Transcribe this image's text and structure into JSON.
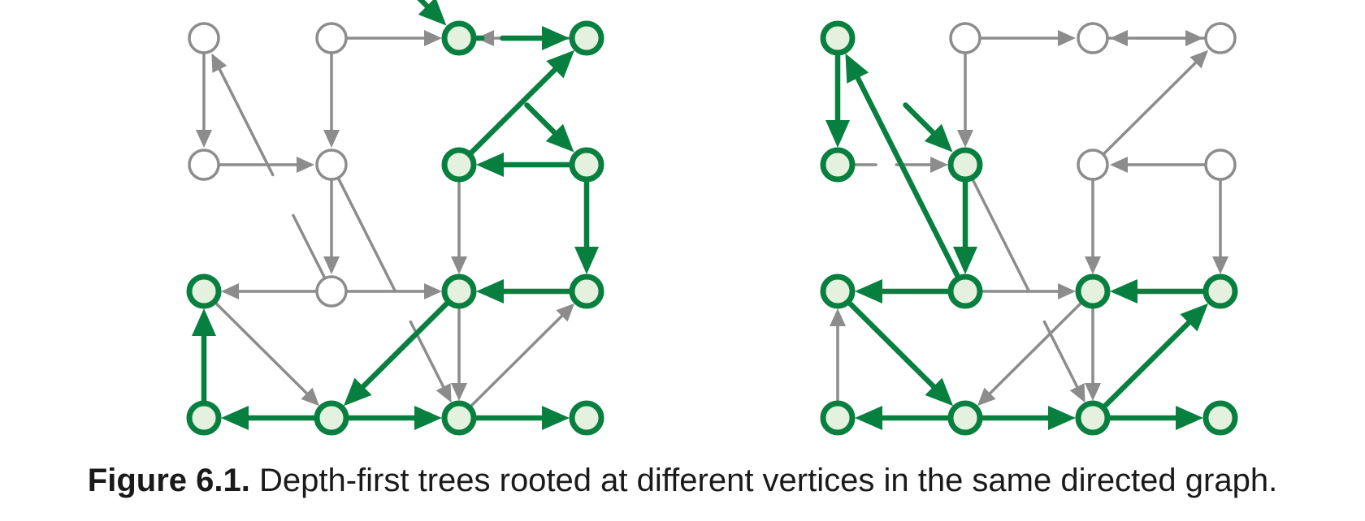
{
  "colors": {
    "tree": "#07803f",
    "tree_fill": "#e3f1de",
    "plain": "#8c8c8c",
    "plain_fill": "#ffffff"
  },
  "caption": {
    "label": "Figure 6.1.",
    "text": " Depth-first trees rooted at different vertices in the same directed graph."
  },
  "graphs": [
    {
      "id": "left",
      "tree_vertices": [
        "a3",
        "a4",
        "b4",
        "c1",
        "c2",
        "c3",
        "c4",
        "d1",
        "d2",
        "d3",
        "d4"
      ],
      "root_arrows": [
        "c1",
        "d2"
      ],
      "edges": [
        {
          "from": "a1",
          "to": "a2",
          "tree": false
        },
        {
          "from": "a2",
          "to": "b2",
          "tree": false
        },
        {
          "from": "a4",
          "to": "a3",
          "tree": true
        },
        {
          "from": "a3",
          "to": "b4",
          "tree": false
        },
        {
          "from": "b1",
          "to": "b2",
          "tree": false
        },
        {
          "from": "b2",
          "to": "b3",
          "tree": false
        },
        {
          "from": "b1",
          "to": "c1",
          "tree": false
        },
        {
          "from": "b3",
          "to": "a1",
          "tree": false,
          "crossing": [
            0.3,
            0.46
          ]
        },
        {
          "from": "b3",
          "to": "a3",
          "tree": false
        },
        {
          "from": "b3",
          "to": "c3",
          "tree": false
        },
        {
          "from": "b2",
          "to": "c4",
          "tree": false,
          "crossing": [
            0.5,
            0.62
          ]
        },
        {
          "from": "b4",
          "to": "a4",
          "tree": true
        },
        {
          "from": "b4",
          "to": "c4",
          "tree": true
        },
        {
          "from": "c1",
          "to": "d1",
          "tree": true,
          "crossing": [
            0.18,
            0.34
          ]
        },
        {
          "from": "d1",
          "to": "c1",
          "tree": false
        },
        {
          "from": "c2",
          "to": "d1",
          "tree": true
        },
        {
          "from": "c2",
          "to": "c3",
          "tree": false
        },
        {
          "from": "c3",
          "to": "b4",
          "tree": true
        },
        {
          "from": "c3",
          "to": "c4",
          "tree": false
        },
        {
          "from": "c4",
          "to": "d4",
          "tree": true
        },
        {
          "from": "c4",
          "to": "d3",
          "tree": false
        },
        {
          "from": "d2",
          "to": "c2",
          "tree": true
        },
        {
          "from": "d2",
          "to": "d3",
          "tree": true
        },
        {
          "from": "d3",
          "to": "c3",
          "tree": true
        }
      ]
    },
    {
      "id": "right",
      "tree_vertices": [
        "a1",
        "a2",
        "a3",
        "a4",
        "b2",
        "b3",
        "b4",
        "c3",
        "c4",
        "d3",
        "d4"
      ],
      "root_arrows": [
        "b2"
      ],
      "edges": [
        {
          "from": "a1",
          "to": "a2",
          "tree": true
        },
        {
          "from": "a2",
          "to": "b2",
          "tree": false,
          "crossing": [
            0.3,
            0.46
          ]
        },
        {
          "from": "a4",
          "to": "a3",
          "tree": false
        },
        {
          "from": "a3",
          "to": "b4",
          "tree": true
        },
        {
          "from": "b1",
          "to": "b2",
          "tree": false
        },
        {
          "from": "b2",
          "to": "b3",
          "tree": true
        },
        {
          "from": "b1",
          "to": "c1",
          "tree": false
        },
        {
          "from": "b3",
          "to": "a1",
          "tree": true
        },
        {
          "from": "b3",
          "to": "a3",
          "tree": true
        },
        {
          "from": "b3",
          "to": "c3",
          "tree": false
        },
        {
          "from": "b2",
          "to": "c4",
          "tree": false,
          "crossing": [
            0.5,
            0.62
          ]
        },
        {
          "from": "b4",
          "to": "a4",
          "tree": true
        },
        {
          "from": "b4",
          "to": "c4",
          "tree": true
        },
        {
          "from": "c1",
          "to": "d1",
          "tree": false,
          "crossing": [
            0.18,
            0.34
          ]
        },
        {
          "from": "d1",
          "to": "c1",
          "tree": false
        },
        {
          "from": "c2",
          "to": "d1",
          "tree": false
        },
        {
          "from": "c2",
          "to": "c3",
          "tree": false
        },
        {
          "from": "c3",
          "to": "b4",
          "tree": false
        },
        {
          "from": "c3",
          "to": "c4",
          "tree": false
        },
        {
          "from": "c4",
          "to": "d4",
          "tree": true
        },
        {
          "from": "c4",
          "to": "d3",
          "tree": true
        },
        {
          "from": "d2",
          "to": "c2",
          "tree": false
        },
        {
          "from": "d2",
          "to": "d3",
          "tree": false
        },
        {
          "from": "d3",
          "to": "c3",
          "tree": true
        }
      ]
    }
  ]
}
